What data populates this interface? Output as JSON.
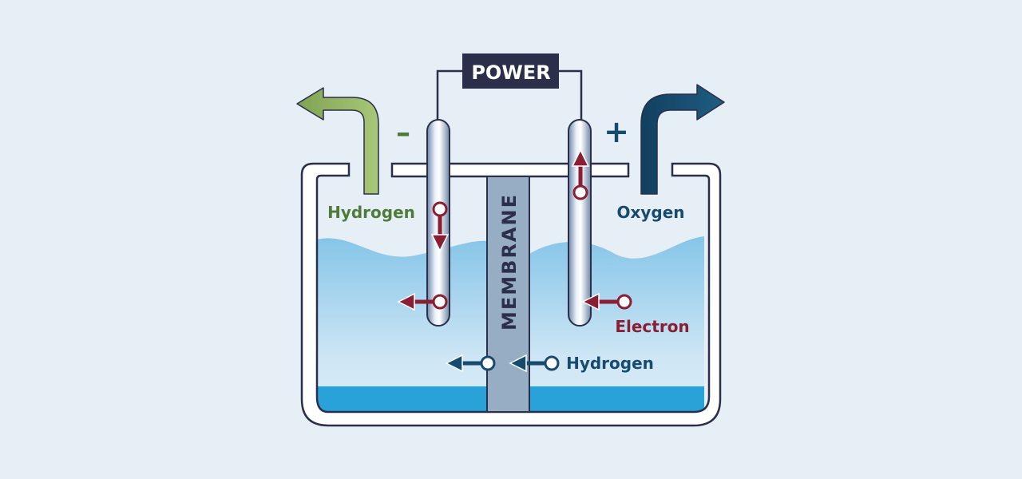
{
  "diagram": {
    "power_label": "POWER",
    "cathode_sign": "–",
    "anode_sign": "+",
    "membrane_label": "MEMBRANE",
    "hydrogen_gas_label": "Hydrogen",
    "oxygen_gas_label": "Oxygen",
    "electron_label": "Electron",
    "hydrogen_ion_label": "Hydrogen"
  },
  "colors": {
    "background": "#e6eef6",
    "outline": "#2b2f4a",
    "water_light": "#cfe6f5",
    "water_mid": "#86c5e8",
    "water_deep": "#29a2d9",
    "membrane": "#97adc4",
    "electron_red": "#8a1f34",
    "ion_navy": "#174b6d",
    "hydrogen_green": "#94b465",
    "hydrogen_text": "#4e7a3a",
    "oxygen_navy": "#174b6d"
  }
}
